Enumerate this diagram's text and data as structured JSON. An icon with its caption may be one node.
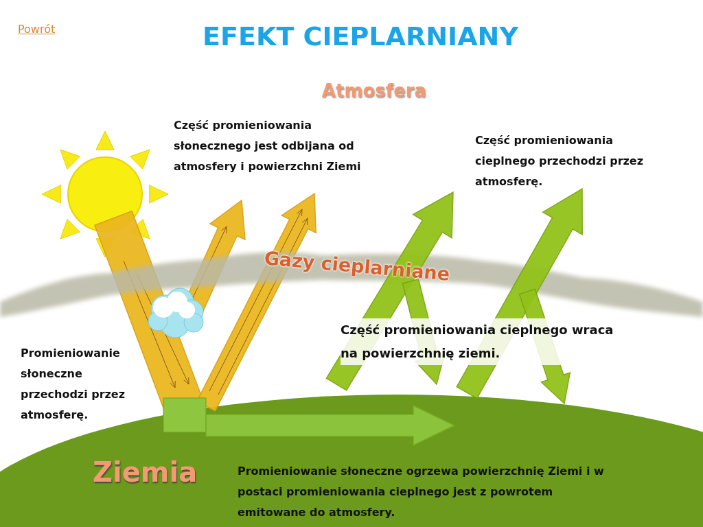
{
  "diagram": {
    "title": "EFEKT CIEPLARNIANY",
    "labels": [
      "Powrót",
      "Atmosfera",
      "Część promieniowania słonecznego jest odbijana od atmosfery i powierzchni Ziemi",
      "Część promieniowania cieplnego przechodzi przez atmosferę.",
      "Gazy cieplarniane",
      "Część promieniowania cieplnego wraca na powierzchnię ziemi.",
      "Promieniowanie słoneczne przechodzi przez atmosferę.",
      "Ziemia",
      "Promieniowanie słoneczne ogrzewa powierzchnię Ziemi i w postaci promieniowania cieplnego jest z powrotem emitowane do atmosfery."
    ]
  }
}
